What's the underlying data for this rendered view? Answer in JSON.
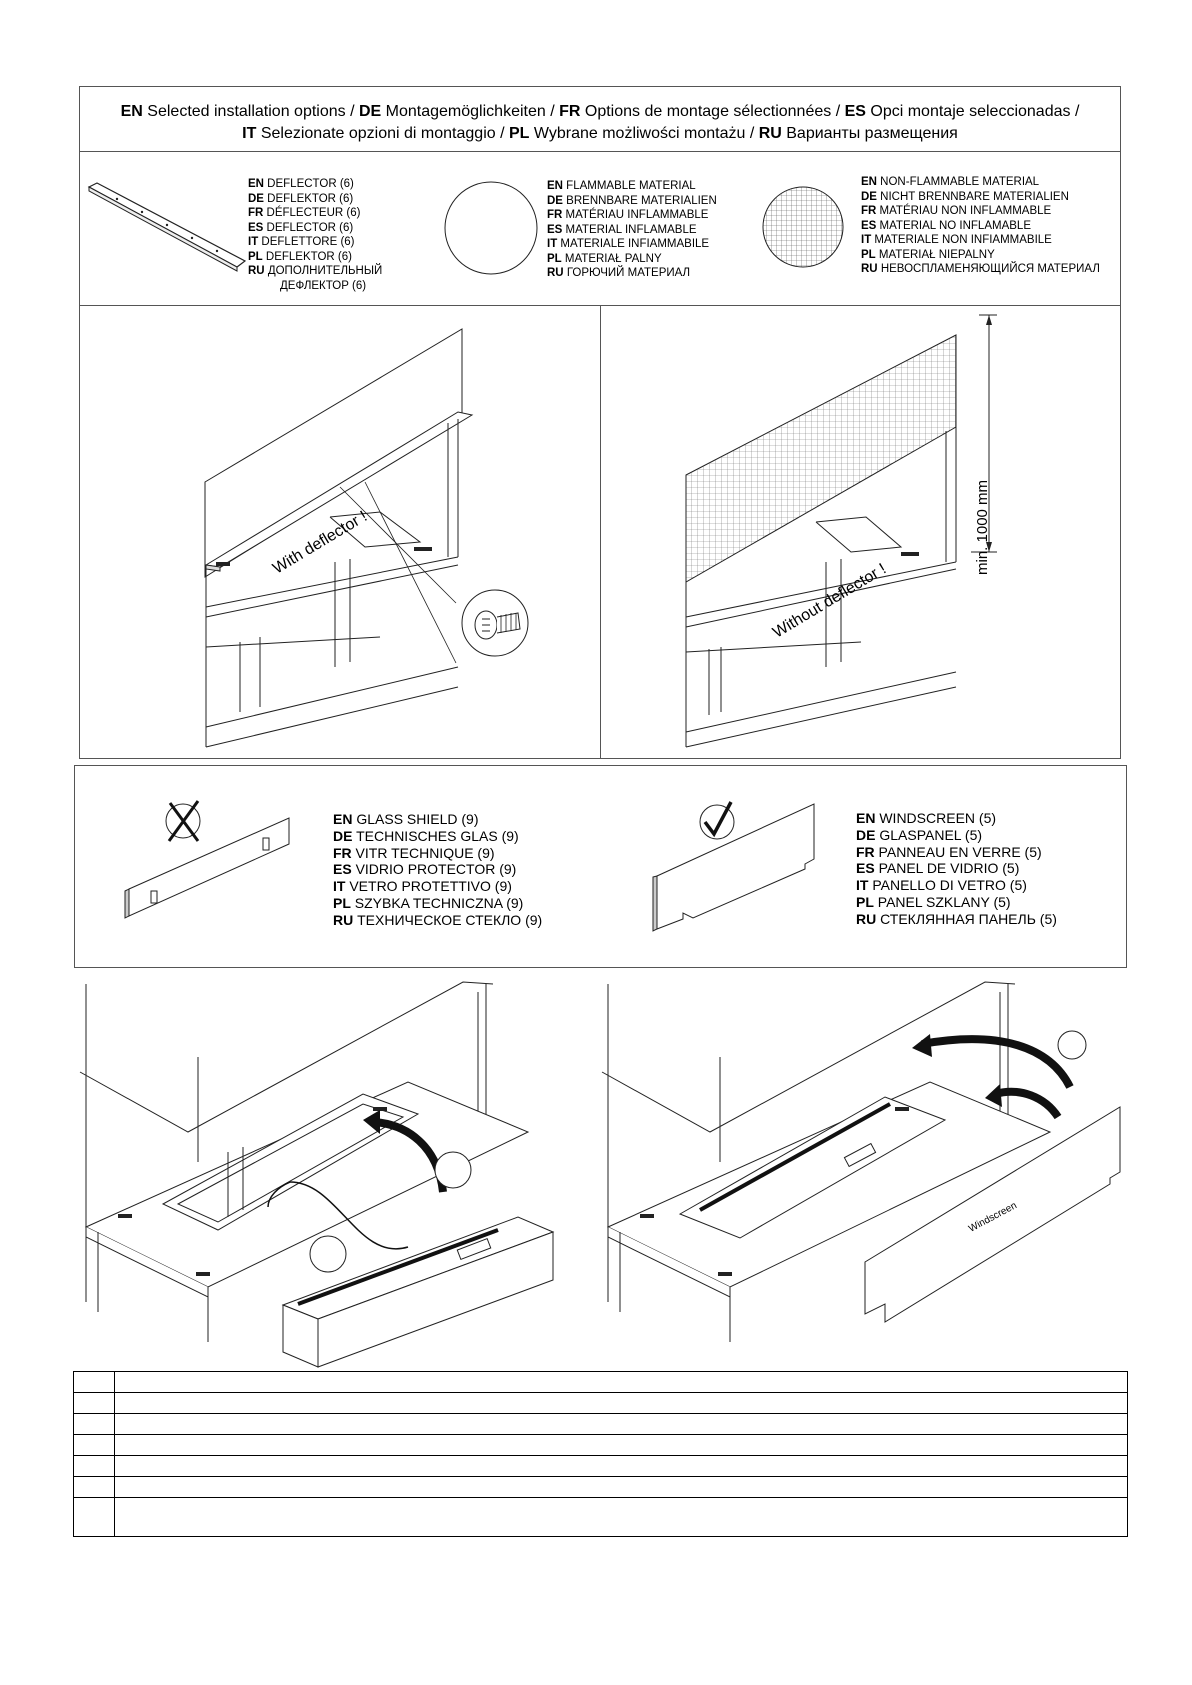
{
  "title": {
    "line1": [
      {
        "code": "EN",
        "text": " Selected installation options / "
      },
      {
        "code": "DE",
        "text": " Montagemöglichkeiten / "
      },
      {
        "code": "FR",
        "text": " Options de montage sélectionnées / "
      },
      {
        "code": "ES",
        "text": " Opci montaje seleccionadas /"
      }
    ],
    "line2": [
      {
        "code": "IT",
        "text": " Selezionate opzioni di montaggio / "
      },
      {
        "code": "PL",
        "text": " Wybrane możliwości montażu / "
      },
      {
        "code": "RU",
        "text": " Варианты размещения"
      }
    ]
  },
  "legend_top": {
    "deflector": [
      {
        "code": "EN",
        "text": " DEFLECTOR (6)"
      },
      {
        "code": "DE",
        "text": " DEFLEKTOR (6)"
      },
      {
        "code": "FR",
        "text": " DÉFLECTEUR (6)"
      },
      {
        "code": "ES",
        "text": " DEFLECTOR (6)"
      },
      {
        "code": "IT",
        "text": " DEFLETTORE (6)"
      },
      {
        "code": "PL",
        "text": " DEFLEKTOR (6)"
      },
      {
        "code": "RU",
        "text": " ДОПОЛНИТЕЛЬНЫЙ"
      },
      {
        "code": "",
        "text": "ДЕФЛЕКТОР   (6)"
      }
    ],
    "flammable": [
      {
        "code": "EN",
        "text": " FLAMMABLE MATERIAL"
      },
      {
        "code": "DE",
        "text": " BRENNBARE MATERIALIEN"
      },
      {
        "code": "FR",
        "text": " MATÉRIAU INFLAMMABLE"
      },
      {
        "code": "ES",
        "text": " MATERIAL INFLAMABLE"
      },
      {
        "code": "IT",
        "text": " MATERIALE INFIAMMABILE"
      },
      {
        "code": "PL",
        "text": " MATERIAŁ PALNY"
      },
      {
        "code": "RU",
        "text": " ГОРЮЧИЙ МАТЕРИАЛ"
      }
    ],
    "non_flammable": [
      {
        "code": "EN",
        "text": " NON-FLAMMABLE MATERIAL"
      },
      {
        "code": "DE",
        "text": " NICHT BRENNBARE MATERIALIEN"
      },
      {
        "code": "FR",
        "text": " MATÉRIAU NON INFLAMMABLE"
      },
      {
        "code": "ES",
        "text": " MATERIAL NO INFLAMABLE"
      },
      {
        "code": "IT",
        "text": " MATERIALE NON INFIAMMABILE"
      },
      {
        "code": "PL",
        "text": " MATERIAŁ NIEPALNY"
      },
      {
        "code": "RU",
        "text": " НЕВОСПЛАМЕНЯЮЩИЙСЯ МАТЕРИАЛ"
      }
    ]
  },
  "drawings": {
    "with_deflector": "With deflector !",
    "without_deflector": "Without deflector !",
    "min_height": "min. 1000 mm",
    "windscreen": "Windscreen"
  },
  "legend_middle": {
    "glass_shield": [
      {
        "code": "EN",
        "text": " GLASS SHIELD (9)"
      },
      {
        "code": "DE",
        "text": " TECHNISCHES GLAS (9)"
      },
      {
        "code": "FR",
        "text": " VITR TECHNIQUE (9)"
      },
      {
        "code": "ES",
        "text": " VIDRIO PROTECTOR (9)"
      },
      {
        "code": "IT",
        "text": " VETRO PROTETTIVO (9)"
      },
      {
        "code": "PL",
        "text": " SZYBKA TECHNICZNA (9)"
      },
      {
        "code": "RU",
        "text": " ТЕХНИЧЕСКОЕ СТЕКЛО  (9)"
      }
    ],
    "windscreen": [
      {
        "code": "EN",
        "text": " WINDSCREEN (5)"
      },
      {
        "code": "DE",
        "text": " GLASPANEL (5)"
      },
      {
        "code": "FR",
        "text": " PANNEAU EN VERRE (5)"
      },
      {
        "code": "ES",
        "text": " PANEL DE VIDRIO (5)"
      },
      {
        "code": "IT",
        "text": " PANELLO DI VETRO (5)"
      },
      {
        "code": "PL",
        "text": " PANEL SZKLANY (5)"
      },
      {
        "code": "RU",
        "text": " СТЕКЛЯННАЯ ПАНЕЛЬ (5)"
      }
    ]
  },
  "table": {
    "rows": 7
  }
}
